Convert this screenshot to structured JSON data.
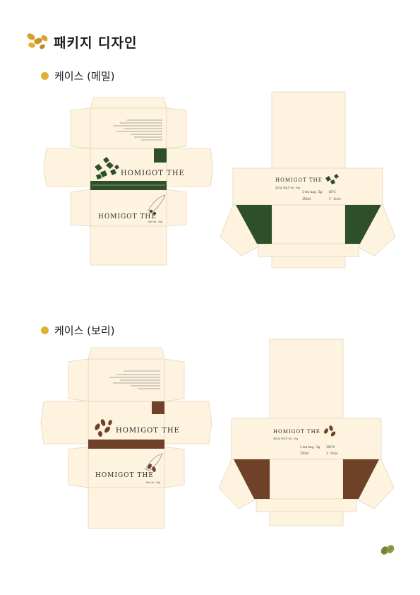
{
  "page_title": "패키지 디자인",
  "sections": [
    {
      "label": "케이스 (메밀)",
      "accent": "#2d4f2a",
      "brand": "HOMIGOT THE",
      "subtitle": "호미곶 메밀차 Wt. 45g",
      "info": [
        "1 tea bag : 3g",
        "85°C",
        "150ml",
        "3 - 5min"
      ],
      "net": "Net wt. 45g"
    },
    {
      "label": "케이스 (보리)",
      "accent": "#6e4128",
      "brand": "HOMIGOT THE",
      "subtitle": "호미곶 보리차 Wt. 45g",
      "info": [
        "1 tea bag : 3g",
        "100°C",
        "150ml",
        "3 - 5min"
      ],
      "net": "Net wt. 45g"
    }
  ],
  "colors": {
    "panel": "#fdf3df",
    "outline": "#e4d6bc",
    "dot": "#e0b12f"
  }
}
